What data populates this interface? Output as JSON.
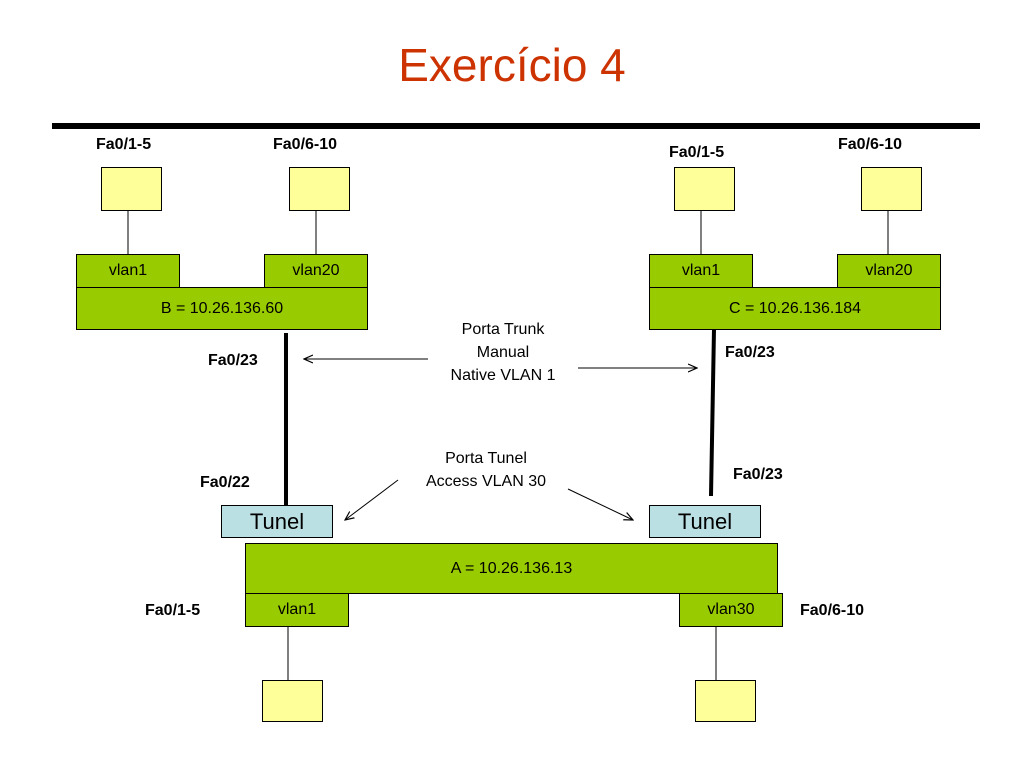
{
  "title": "Exercício 4",
  "colors": {
    "title": "#cc3300",
    "switch": "#99cc00",
    "host": "#ffff99",
    "tunnel": "#bbe0e3"
  },
  "switch_b": {
    "ports_left": "Fa0/1-5",
    "ports_right": "Fa0/6-10",
    "vlan_left": "vlan1",
    "vlan_right": "vlan20",
    "label": "B = 10.26.136.60",
    "trunk_port": "Fa0/23"
  },
  "switch_c": {
    "ports_left": "Fa0/1-5",
    "ports_right": "Fa0/6-10",
    "vlan_left": "vlan1",
    "vlan_right": "vlan20",
    "label": "C = 10.26.136.184",
    "trunk_port": "Fa0/23"
  },
  "switch_a": {
    "label": "A = 10.26.136.13",
    "vlan_left": "vlan1",
    "vlan_right": "vlan30",
    "ports_left": "Fa0/1-5",
    "ports_right": "Fa0/6-10",
    "tunnel_left": "Tunel",
    "tunnel_right": "Tunel",
    "port_left_uplink": "Fa0/22",
    "port_right_uplink": "Fa0/23"
  },
  "trunk_note": {
    "line1": "Porta Trunk",
    "line2": "Manual",
    "line3": "Native VLAN 1"
  },
  "tunnel_note": {
    "line1": "Porta Tunel",
    "line2": "Access VLAN 30"
  }
}
